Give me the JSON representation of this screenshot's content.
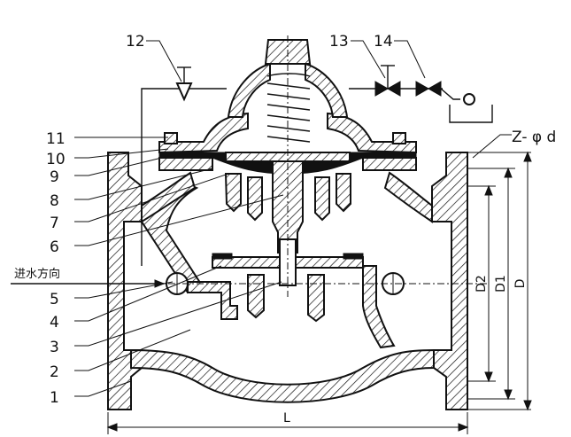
{
  "callouts": [
    {
      "id": "1",
      "text": "1"
    },
    {
      "id": "2",
      "text": "2"
    },
    {
      "id": "3",
      "text": "3"
    },
    {
      "id": "4",
      "text": "4"
    },
    {
      "id": "5",
      "text": "5"
    },
    {
      "id": "6",
      "text": "6"
    },
    {
      "id": "7",
      "text": "7"
    },
    {
      "id": "8",
      "text": "8"
    },
    {
      "id": "9",
      "text": "9"
    },
    {
      "id": "10",
      "text": "10"
    },
    {
      "id": "11",
      "text": "11"
    },
    {
      "id": "12",
      "text": "12"
    },
    {
      "id": "13",
      "text": "13"
    },
    {
      "id": "14",
      "text": "14"
    }
  ],
  "labels": {
    "inlet_direction": "进水方向",
    "bolt_spec": "Z- φ d",
    "length": "L",
    "dim_d2": "D2",
    "dim_d1": "D1",
    "dim_d": "D"
  },
  "colors": {
    "line": "#111111",
    "background": "#ffffff"
  }
}
